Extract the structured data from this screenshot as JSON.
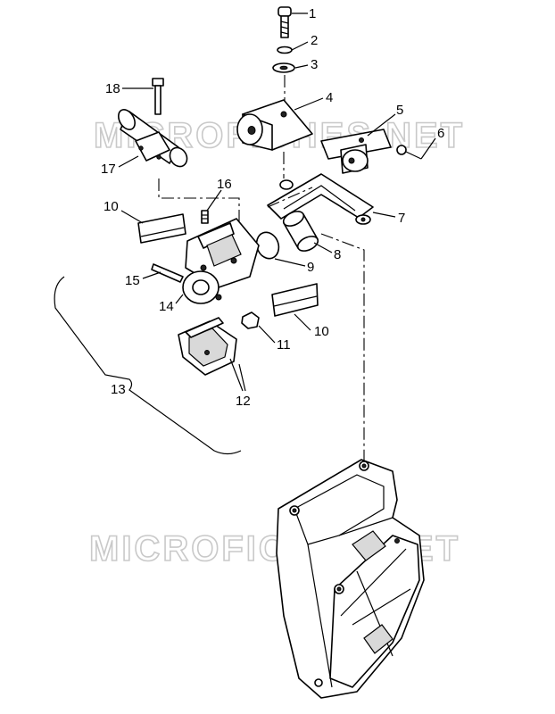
{
  "watermark": "MICROFICHES.NET",
  "callouts": [
    {
      "id": "1",
      "text": "1"
    },
    {
      "id": "2",
      "text": "2"
    },
    {
      "id": "3",
      "text": "3"
    },
    {
      "id": "4",
      "text": "4"
    },
    {
      "id": "5",
      "text": "5"
    },
    {
      "id": "6",
      "text": "6"
    },
    {
      "id": "7",
      "text": "7"
    },
    {
      "id": "8",
      "text": "8"
    },
    {
      "id": "9",
      "text": "9"
    },
    {
      "id": "10a",
      "text": "10"
    },
    {
      "id": "10b",
      "text": "10"
    },
    {
      "id": "11",
      "text": "11"
    },
    {
      "id": "12",
      "text": "12"
    },
    {
      "id": "13",
      "text": "13"
    },
    {
      "id": "14",
      "text": "14"
    },
    {
      "id": "15",
      "text": "15"
    },
    {
      "id": "16",
      "text": "16"
    },
    {
      "id": "17",
      "text": "17"
    },
    {
      "id": "18",
      "text": "18"
    }
  ]
}
